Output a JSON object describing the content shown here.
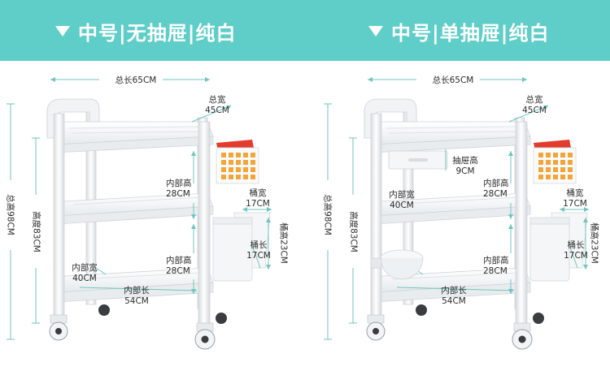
{
  "colors": {
    "band": "#5fcec8",
    "dim_line": "#6fc6be",
    "frame": "#eef1f3",
    "shelf": "#f7f8f9",
    "basket": "#f0a840",
    "label": "#2b2b2b"
  },
  "left": {
    "title": "中号|无抽屉|纯白",
    "total_length": "总长65CM",
    "total_width": "总宽\n45CM",
    "total_height": "总高98CM",
    "height": "高度83CM",
    "inner_height_top": "内部高\n28CM",
    "inner_height_bottom": "内部高\n28CM",
    "bucket_width": "桶宽\n17CM",
    "bucket_height": "桶高23CM",
    "bucket_length": "桶长\n17CM",
    "inner_width": "内部宽\n40CM",
    "inner_length": "内部长\n54CM"
  },
  "right": {
    "title": "中号|单抽屉|纯白",
    "total_length": "总长65CM",
    "total_width": "总宽\n45CM",
    "total_height": "总高98CM",
    "height": "高度83CM",
    "drawer_height": "抽屉高\n9CM",
    "inner_height_top": "内部高\n28CM",
    "inner_height_bottom": "内部高\n28CM",
    "bucket_width": "桶宽\n17CM",
    "bucket_height": "桶高23CM",
    "bucket_length": "桶长\n17CM",
    "inner_width": "内部宽\n40CM",
    "inner_length": "内部长\n54CM"
  }
}
